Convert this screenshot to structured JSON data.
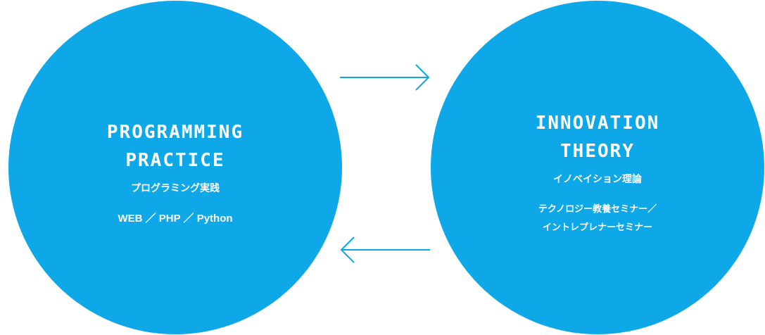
{
  "colors": {
    "circle": "#0ea8e8",
    "arrow": "#0ea8e8",
    "text": "#ffffff"
  },
  "left_node": {
    "title_line1": "PROGRAMMING",
    "title_line2": "PRACTICE",
    "subtitle": "プログラミング実践",
    "detail_line1": "WEB ／ PHP ／ Python"
  },
  "right_node": {
    "title_line1": "INNOVATION",
    "title_line2": "THEORY",
    "subtitle": "イノベイション理論",
    "detail_line1": "テクノロジー教養セミナー／",
    "detail_line2": "イントレプレナーセミナー"
  },
  "arrows": {
    "top": "arrow-right-icon",
    "bottom": "arrow-left-icon"
  }
}
